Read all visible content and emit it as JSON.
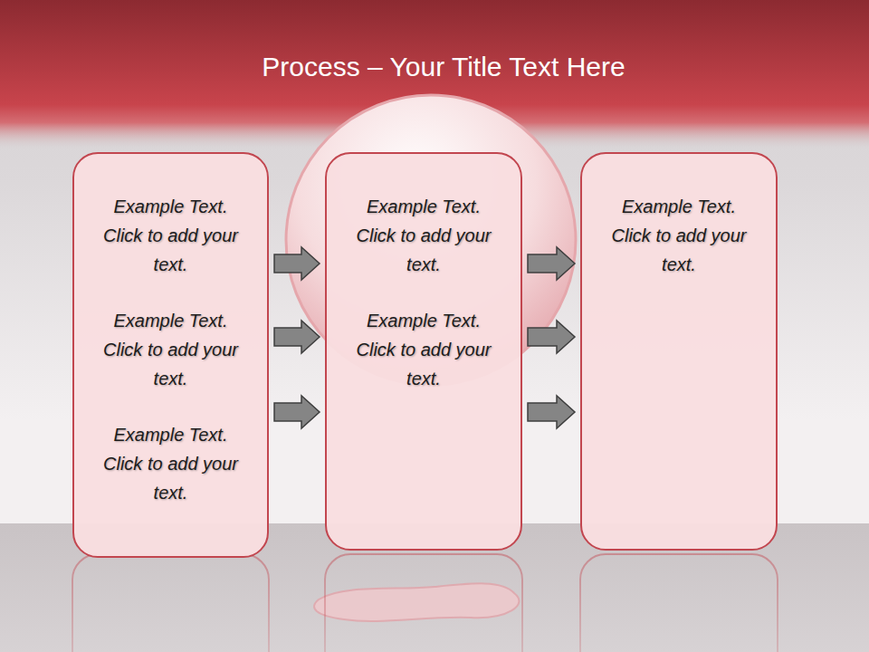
{
  "diagram": {
    "title": "Process – Your Title Text Here",
    "nodes": [
      {
        "text": [
          "Example Text. Click to add your text.",
          "Example Text. Click to add your text.",
          "Example Text. Click to add your text."
        ]
      },
      {
        "text": [
          "Example Text. Click to add your text.",
          "Example Text. Click to add your text."
        ]
      },
      {
        "text": [
          "Example Text. Click to add your text."
        ]
      }
    ],
    "edges": [
      {
        "from": 0,
        "to": 1,
        "arrow": "to"
      },
      {
        "from": 0,
        "to": 1,
        "arrow": "to"
      },
      {
        "from": 0,
        "to": 1,
        "arrow": "to"
      },
      {
        "from": 1,
        "to": 2,
        "arrow": "to"
      },
      {
        "from": 1,
        "to": 2,
        "arrow": "to"
      },
      {
        "from": 1,
        "to": 2,
        "arrow": "to"
      }
    ]
  }
}
